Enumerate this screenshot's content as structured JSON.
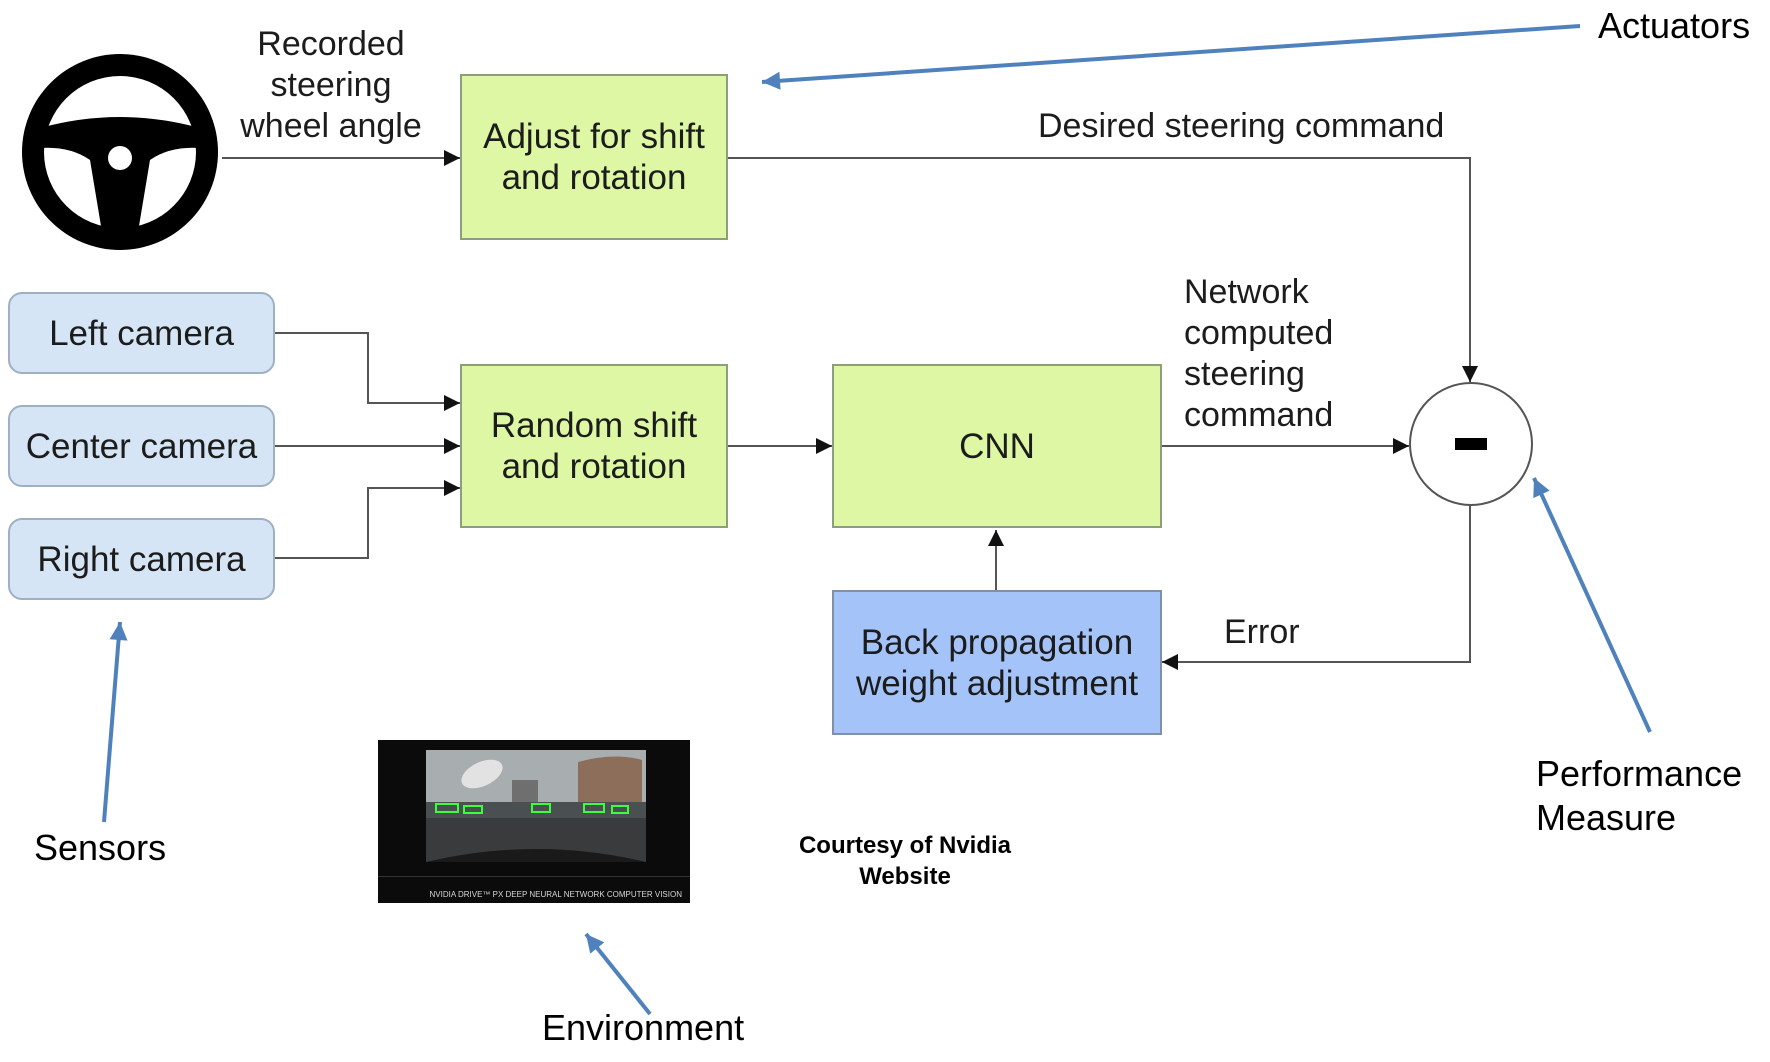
{
  "blocks": {
    "adjust": "Adjust for shift and rotation",
    "random": "Random shift and rotation",
    "cnn": "CNN",
    "backprop": "Back propagation weight adjustment"
  },
  "cameras": {
    "left": "Left camera",
    "center": "Center camera",
    "right": "Right camera"
  },
  "edge_labels": {
    "recorded": "Recorded steering wheel angle",
    "desired": "Desired steering command",
    "network": "Network computed steering command",
    "error": "Error"
  },
  "annotations": {
    "actuators": "Actuators",
    "sensors": "Sensors",
    "performance": "Performance Measure",
    "environment": "Environment",
    "courtesy": "Courtesy of Nvidia Website"
  },
  "image_caption": "NVIDIA DRIVE™ PX  DEEP NEURAL NETWORK COMPUTER VISION",
  "colors": {
    "block_green": "#ddf7a4",
    "camera_blue": "#d5e5f5",
    "backprop_blue": "#a4c3f8",
    "annotation_arrow": "#4f81bd"
  }
}
